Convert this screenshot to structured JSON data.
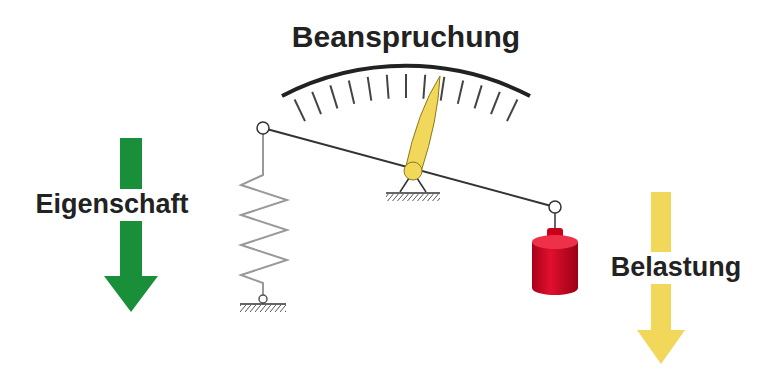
{
  "diagram": {
    "labels": [
      "Beanspruchung",
      "Eigenschaft",
      "Belastung"
    ]
  }
}
